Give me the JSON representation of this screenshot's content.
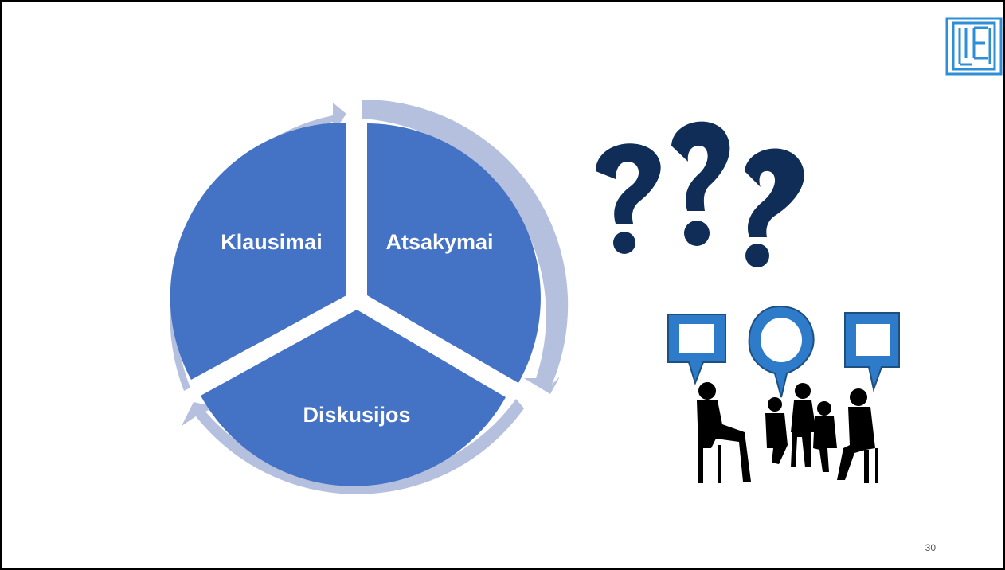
{
  "slide": {
    "number": "30",
    "logo_text": "LEI"
  },
  "cycle": {
    "segments": [
      {
        "label": "Klausimai"
      },
      {
        "label": "Atsakymai"
      },
      {
        "label": "Diskusijos"
      }
    ],
    "colors": {
      "segment_fill": "#4472C4",
      "arrow_ring": "#B4C0DE"
    }
  },
  "decor": {
    "question_marks": "???",
    "question_mark_color": "#0F2D57",
    "speech_bubble_color": "#2E7BC9"
  }
}
